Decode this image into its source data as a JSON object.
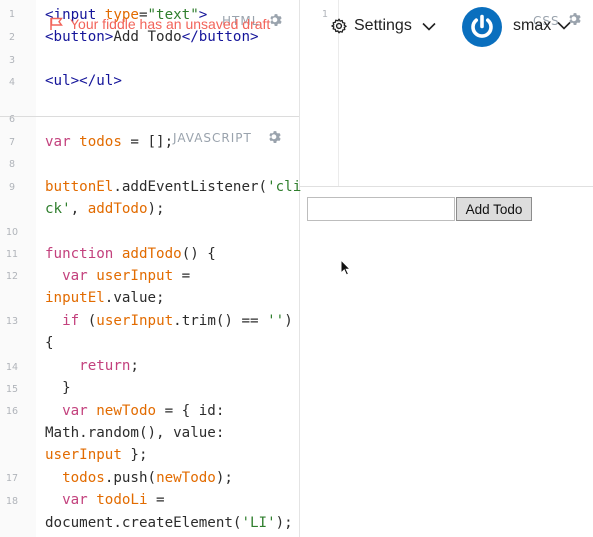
{
  "banner": {
    "unsaved_text": "Your fiddle has an unsaved draft"
  },
  "header": {
    "settings_label": "Settings",
    "username": "smax"
  },
  "panels": {
    "html_label": "HTML",
    "css_label": "CSS",
    "js_label": "JAVASCRIPT"
  },
  "css_panel": {
    "line_number": "1"
  },
  "html_editor": {
    "line_numbers": [
      "1",
      "2",
      "3",
      "4"
    ],
    "line1": {
      "open": "<input ",
      "attr": "type",
      "eq": "=",
      "val": "\"text\"",
      "close": ">"
    },
    "line2": {
      "open": "<button>",
      "text": "Add Todo",
      "close": "</button>"
    },
    "line4": {
      "open": "<ul>",
      "close": "</ul>"
    }
  },
  "js_editor": {
    "line_numbers": [
      "6",
      "7",
      "8",
      "9",
      "10",
      "11",
      "12",
      "13",
      "14",
      "15",
      "16",
      "17",
      "18"
    ],
    "l7": {
      "kw": "var",
      "name": "todos",
      "rest": " = [];"
    },
    "l9a": {
      "name": "buttonEl",
      "mid": ".addEventListener(",
      "str": "'cli"
    },
    "l9b": {
      "str": "ck'",
      "mid": ", ",
      "name": "addTodo",
      "rest": ");"
    },
    "l11": {
      "kw": "function",
      "name": "addTodo",
      "rest": "() {"
    },
    "l12a": {
      "kw": "var",
      "name": "userInput",
      "rest": " ="
    },
    "l12b": {
      "name": "inputEl",
      "rest": ".value;"
    },
    "l13a": {
      "kw": "if",
      "open": " (",
      "name": "userInput",
      "mid": ".trim() == ",
      "str": "''",
      "rest": ")"
    },
    "l13b": {
      "text": "{"
    },
    "l14": {
      "kw": "return",
      "rest": ";"
    },
    "l15": {
      "text": "}"
    },
    "l16a": {
      "kw": "var",
      "name": "newTodo",
      "rest": " = { id:"
    },
    "l16b": {
      "text": "Math.random(), value:"
    },
    "l16c": {
      "name": "userInput",
      "rest": " };"
    },
    "l17": {
      "name": "todos",
      "mid": ".push(",
      "name2": "newTodo",
      "rest": ");"
    },
    "l18a": {
      "kw": "var",
      "name": "todoLi",
      "rest": " ="
    },
    "l18b": {
      "text": "document.createElement(",
      "str": "'LI'",
      "rest": ");"
    }
  },
  "result": {
    "input_value": "",
    "button_label": "Add Todo"
  },
  "colors": {
    "keyword": "#c3417d",
    "variable": "#e26b00",
    "string": "#2f7e2d",
    "tag": "#15159a",
    "accent": "#0a6fbe",
    "warning": "#f2645a"
  },
  "icons": [
    "flag-icon",
    "gear-icon",
    "chevron-down-icon",
    "power-icon",
    "mouse-cursor-icon"
  ]
}
